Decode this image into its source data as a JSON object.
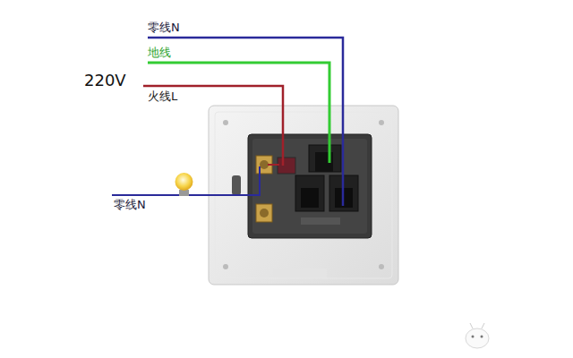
{
  "diagram": {
    "labels": [
      "零线N",
      "地线",
      "220V",
      "火线L",
      "零线N"
    ]
  }
}
